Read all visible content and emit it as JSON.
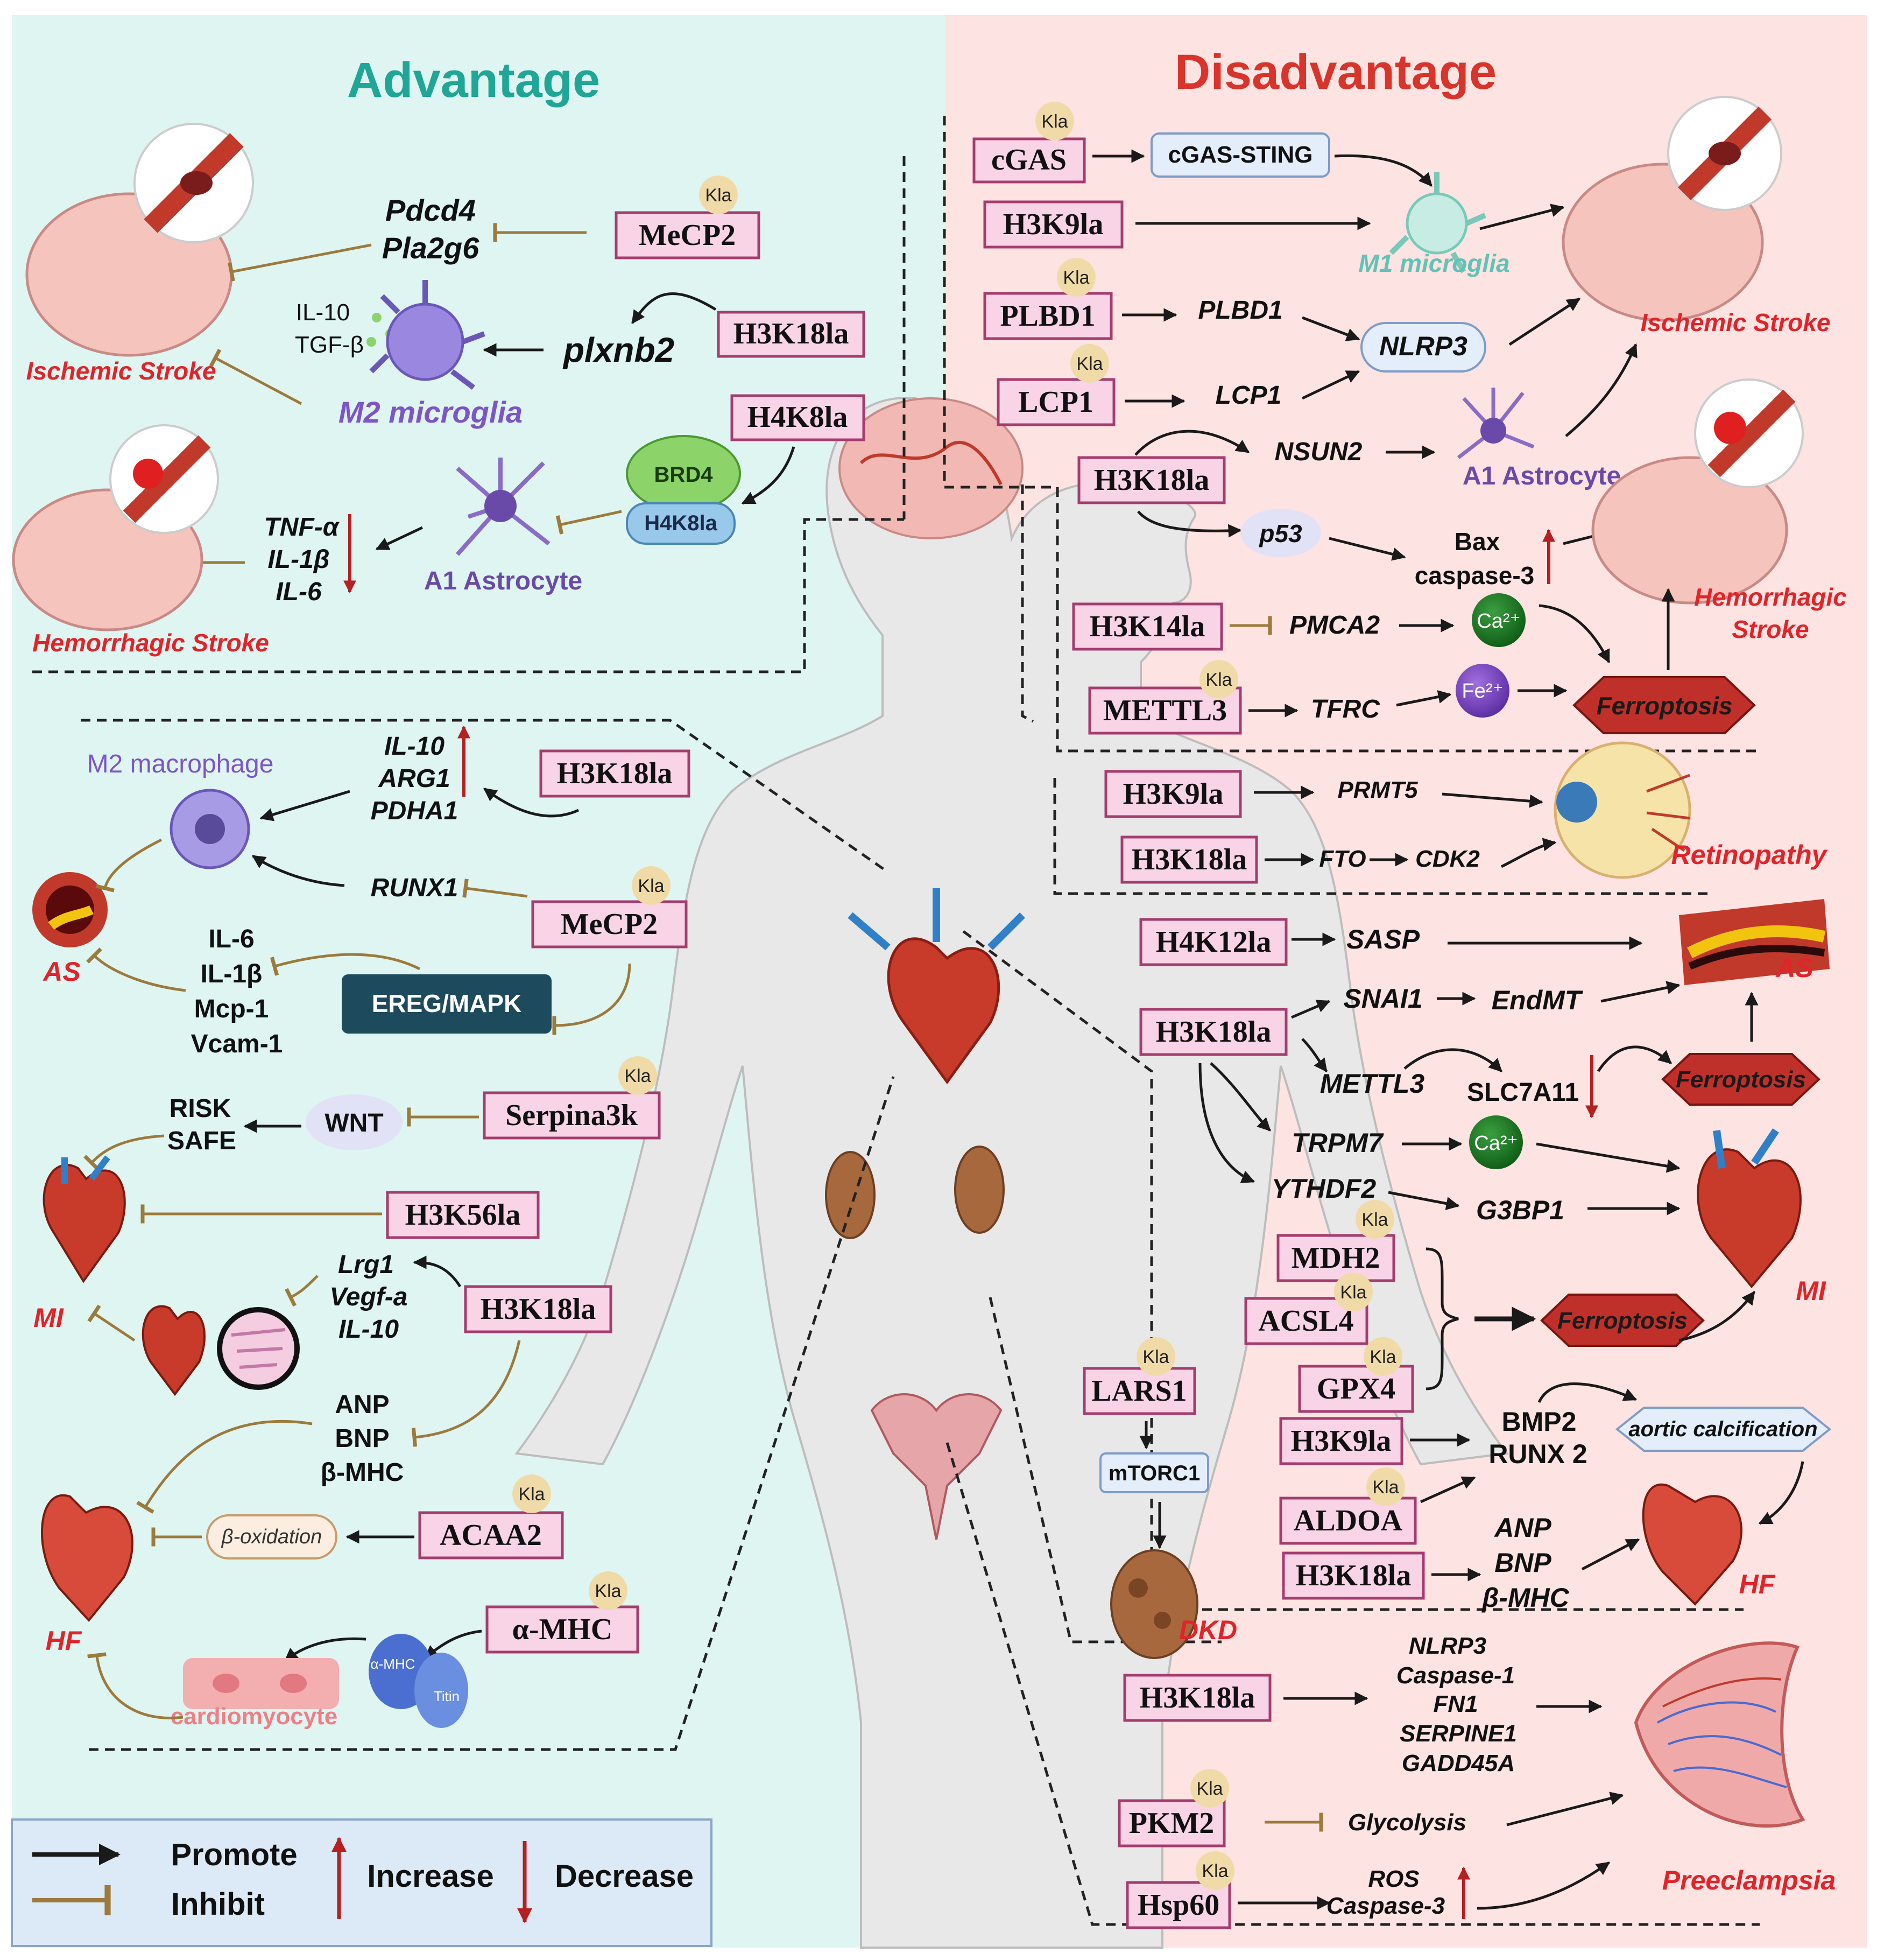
{
  "titles": {
    "left": "Advantage",
    "right": "Disadvantage"
  },
  "kla": "Kla",
  "legend": {
    "promote": "Promote",
    "inhibit": "Inhibit",
    "increase": "Increase",
    "decrease": "Decrease"
  },
  "colors": {
    "left_bg": "#dff5f2",
    "right_bg": "#fde3e1",
    "advantage": "#1fa696",
    "disadvantage": "#d9342b",
    "box_fill": "#f8d4e6",
    "box_stroke": "#a53c6f",
    "promote": "#1a1a1a",
    "inhibit": "#9c7a3c",
    "disease": "#e0242a"
  },
  "advantage": {
    "brain": {
      "mecp2": "MeCP2",
      "pdcd4": "Pdcd4",
      "pla2g6": "Pla2g6",
      "h3k18la": "H3K18la",
      "plxnb2": "plxnb2",
      "il10": "IL-10",
      "tgfb": "TGF-β",
      "m2_microglia": "M2 microglia",
      "ischemic_stroke": "Ischemic Stroke",
      "h4k8la": "H4K8la",
      "brd4": "BRD4",
      "h4k8la_small": "H4K8la",
      "a1_astrocyte": "A1 Astrocyte",
      "tnfa": "TNF-α",
      "il1b": "IL-1β",
      "il6": "IL-6",
      "hemorrhagic_stroke": "Hemorrhagic Stroke"
    },
    "vascular": {
      "m2_macrophage": "M2 macrophage",
      "il10": "IL-10",
      "arg1": "ARG1",
      "pdha1": "PDHA1",
      "h3k18la": "H3K18la",
      "runx1": "RUNX1",
      "mecp2": "MeCP2",
      "il6": "IL-6",
      "il1b": "IL-1β",
      "mcp1": "Mcp-1",
      "vcam1": "Vcam-1",
      "ereg_mapk": "EREG/MAPK",
      "as": "AS"
    },
    "heart": {
      "risk": "RISK",
      "safe": "SAFE",
      "wnt": "WNT",
      "serpina3k": "Serpina3k",
      "h3k56la": "H3K56la",
      "mi": "MI",
      "lrg1": "Lrg1",
      "vegfa": "Vegf-a",
      "il10": "IL-10",
      "h3k18la": "H3K18la",
      "anp": "ANP",
      "bnp": "BNP",
      "bmhc": "β-MHC",
      "acaa2": "ACAA2",
      "boxidation": "β-oxidation",
      "hf": "HF",
      "amhc": "α-MHC",
      "amhc_small": "α-MHC",
      "titin": "Titin",
      "cardiomyocyte": "cardiomyocyte"
    }
  },
  "disadvantage": {
    "brain": {
      "cgas": "cGAS",
      "cgas_sting": "cGAS-STING",
      "h3k9la": "H3K9la",
      "m1_microglia": "M1 microglia",
      "plbd1": "PLBD1",
      "plbd1_gene": "PLBD1",
      "nlrp3": "NLRP3",
      "ischemic_stroke": "Ischemic Stroke",
      "lcp1": "LCP1",
      "lcp1_gene": "LCP1",
      "h3k18la": "H3K18la",
      "nsun2": "NSUN2",
      "a1_astrocyte": "A1 Astrocyte",
      "p53": "p53",
      "bax": "Bax",
      "caspase3": "caspase-3",
      "h3k14la": "H3K14la",
      "pmca2": "PMCA2",
      "ca": "Ca²⁺",
      "mettl3": "METTL3",
      "tfrc": "TFRC",
      "fe": "Fe²⁺",
      "ferroptosis": "Ferroptosis",
      "hemorrhagic_1": "Hemorrhagic",
      "hemorrhagic_2": "Stroke"
    },
    "eye": {
      "h3k9la": "H3K9la",
      "prmt5": "PRMT5",
      "h3k18la": "H3K18la",
      "fto": "FTO",
      "cdk2": "CDK2",
      "retinopathy": "Retinopathy"
    },
    "heart": {
      "h4k12la": "H4K12la",
      "sasp": "SASP",
      "as": "AS",
      "h3k18la": "H3K18la",
      "snai1": "SNAI1",
      "endmt": "EndMT",
      "mettl3": "METTL3",
      "slc7a11": "SLC7A11",
      "ferroptosis": "Ferroptosis",
      "trpm7": "TRPM7",
      "ca": "Ca²⁺",
      "ythdf2": "YTHDF2",
      "g3bp1": "G3BP1",
      "mdh2": "MDH2",
      "acsl4": "ACSL4",
      "gpx4": "GPX4",
      "ferroptosis2": "Ferroptosis",
      "mi": "MI",
      "h3k9la": "H3K9la",
      "bmp2": "BMP2",
      "runx2": "RUNX 2",
      "aortic_calcification": "aortic calcification",
      "aldoa": "ALDOA",
      "h3k18la_2": "H3K18la",
      "anp": "ANP",
      "bnp": "BNP",
      "bmhc": "β-MHC",
      "hf": "HF"
    },
    "kidney": {
      "lars1": "LARS1",
      "mtorc1": "mTORC1",
      "dkd": "DKD"
    },
    "placenta": {
      "h3k18la": "H3K18la",
      "nlrp3": "NLRP3",
      "caspase1": "Caspase-1",
      "fn1": "FN1",
      "serpine1": "SERPINE1",
      "gadd45a": "GADD45A",
      "pkm2": "PKM2",
      "glycolysis": "Glycolysis",
      "hsp60": "Hsp60",
      "ros": "ROS",
      "caspase3": "Caspase-3",
      "preeclampsia": "Preeclampsia"
    }
  }
}
